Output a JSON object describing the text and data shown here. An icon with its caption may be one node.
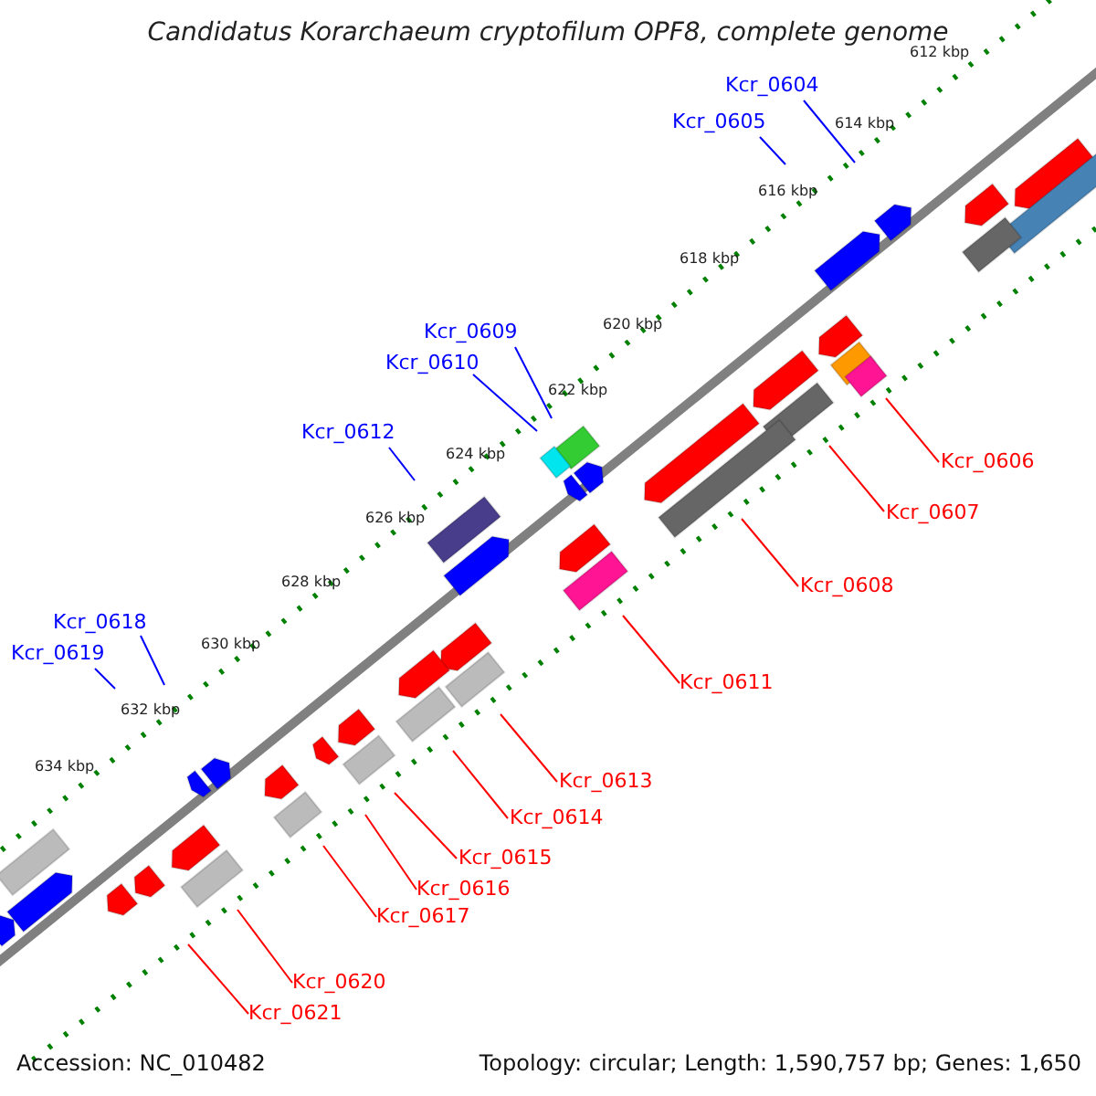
{
  "diagram": {
    "title": "Candidatus Korarchaeum cryptofilum OPF8, complete genome",
    "nodes": [
      {
        "text": [
          "Kcr_0604"
        ]
      },
      {
        "text": [
          "Kcr_0605"
        ]
      },
      {
        "text": [
          "Kcr_0609"
        ]
      },
      {
        "text": [
          "Kcr_0610"
        ]
      },
      {
        "text": [
          "Kcr_0612"
        ]
      },
      {
        "text": [
          "Kcr_0606"
        ]
      },
      {
        "text": [
          "Kcr_0607"
        ]
      },
      {
        "text": [
          "Kcr_0608"
        ]
      },
      {
        "text": [
          "Kcr_0618"
        ]
      },
      {
        "text": [
          "Kcr_0619"
        ]
      },
      {
        "text": [
          "Kcr_0611"
        ]
      },
      {
        "text": [
          "Kcr_0613"
        ]
      },
      {
        "text": [
          "Kcr_0614"
        ]
      },
      {
        "text": [
          "Kcr_0615"
        ]
      },
      {
        "text": [
          "Kcr_0616"
        ]
      },
      {
        "text": [
          "Kcr_0617"
        ]
      },
      {
        "text": [
          "Kcr_0620"
        ]
      },
      {
        "text": [
          "Kcr_0621"
        ]
      }
    ],
    "edges": [
      {
        "from": 0,
        "to": null,
        "arrow": "none",
        "color": "#0000ff"
      },
      {
        "from": 1,
        "to": null,
        "arrow": "none",
        "color": "#0000ff"
      },
      {
        "from": 2,
        "to": null,
        "arrow": "none",
        "color": "#0000ff"
      },
      {
        "from": 3,
        "to": null,
        "arrow": "none",
        "color": "#0000ff"
      },
      {
        "from": 4,
        "to": null,
        "arrow": "none",
        "color": "#0000ff"
      },
      {
        "from": 5,
        "to": null,
        "arrow": "none"
      },
      {
        "from": 6,
        "to": null,
        "arrow": "none"
      },
      {
        "from": 7,
        "to": null,
        "arrow": "none"
      },
      {
        "from": 8,
        "to": null,
        "arrow": "none",
        "color": "#0000ff"
      },
      {
        "from": 9,
        "to": null,
        "arrow": "none",
        "color": "#0000ff"
      },
      {
        "from": 10,
        "to": null,
        "arrow": "none"
      },
      {
        "from": 11,
        "to": null,
        "arrow": "none"
      },
      {
        "from": 12,
        "to": null,
        "arrow": "none"
      },
      {
        "from": 13,
        "to": null,
        "arrow": "none"
      },
      {
        "from": 14,
        "to": null,
        "arrow": "none"
      },
      {
        "from": 15,
        "to": null,
        "arrow": "none"
      },
      {
        "from": 16,
        "to": null,
        "arrow": "none"
      },
      {
        "from": 17,
        "to": null,
        "arrow": "none"
      }
    ],
    "labels": [
      "612 kbp",
      "614 kbp",
      "616 kbp",
      "618 kbp",
      "620 kbp",
      "622 kbp",
      "624 kbp",
      "626 kbp",
      "628 kbp",
      "630 kbp",
      "632 kbp",
      "634 kbp",
      "Accession: NC_010482",
      "Topology: circular; Length: 1,590,757 bp; Genes: 1,650"
    ]
  }
}
